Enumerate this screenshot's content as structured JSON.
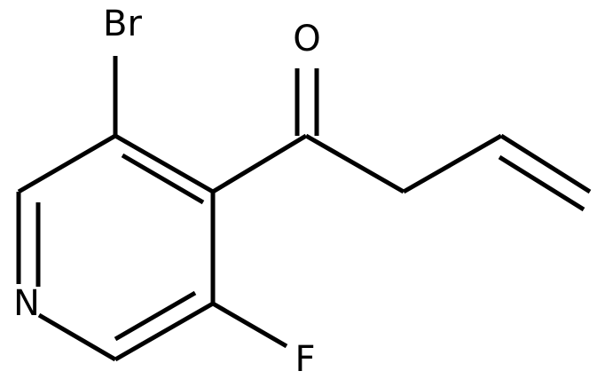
{
  "molecule": {
    "atoms": {
      "bromine": "Br",
      "oxygen": "O",
      "nitrogen": "N",
      "fluorine": "F"
    }
  }
}
